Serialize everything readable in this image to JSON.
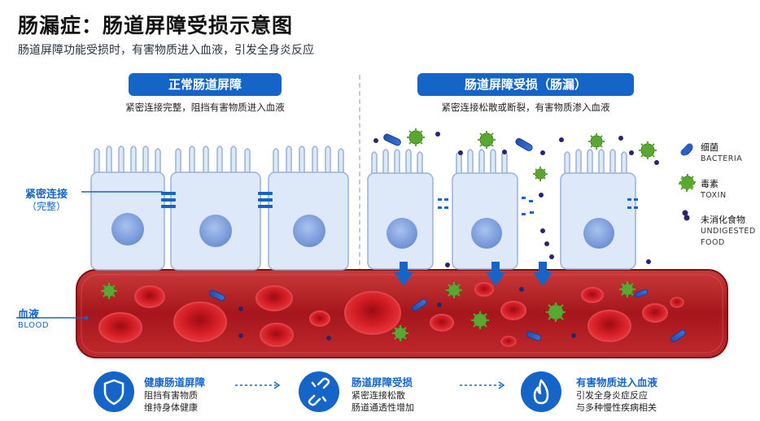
{
  "header": {
    "title": "肠漏症：肠道屏障受损示意图",
    "subtitle": "肠道屏障功能受损时，有害物质进入血液，引发全身炎反应"
  },
  "panels": {
    "normal": {
      "label": "正常肠道屏障",
      "desc": "紧密连接完整，阻挡有害物质进入血液"
    },
    "damaged": {
      "label": "肠道屏障受损（肠漏）",
      "desc": "紧密连接松散或断裂，有害物质渗入血液"
    }
  },
  "side_labels": {
    "tight_junction": "紧密连接",
    "tight_junction_sub": "（完整）",
    "blood": "血液",
    "blood_en": "BLOOD"
  },
  "legend": [
    {
      "zh": "细菌",
      "en": "BACTERIA",
      "icon": "bacteria-icon"
    },
    {
      "zh": "毒素",
      "en": "TOXIN",
      "icon": "toxin-icon"
    },
    {
      "zh": "未消化食物",
      "en": "UNDIGESTED FOOD",
      "icon": "food-particle-icon"
    }
  ],
  "bottom_steps": [
    {
      "title": "健康肠道屏障",
      "lines": [
        "阻挡有害物质",
        "维持身体健康"
      ],
      "icon": "shield-icon"
    },
    {
      "title": "肠道屏障受损",
      "lines": [
        "紧密连接松散",
        "肠道通透性增加"
      ],
      "icon": "broken-link-icon"
    },
    {
      "title": "有害物质进入血液",
      "lines": [
        "引发全身炎症反应",
        "与多种慢性疾病相关"
      ],
      "icon": "flame-icon"
    }
  ],
  "colors": {
    "accent": "#1565c8",
    "blood": "#b0202a",
    "cell": "#dde9f8",
    "toxin": "#5aa832"
  }
}
